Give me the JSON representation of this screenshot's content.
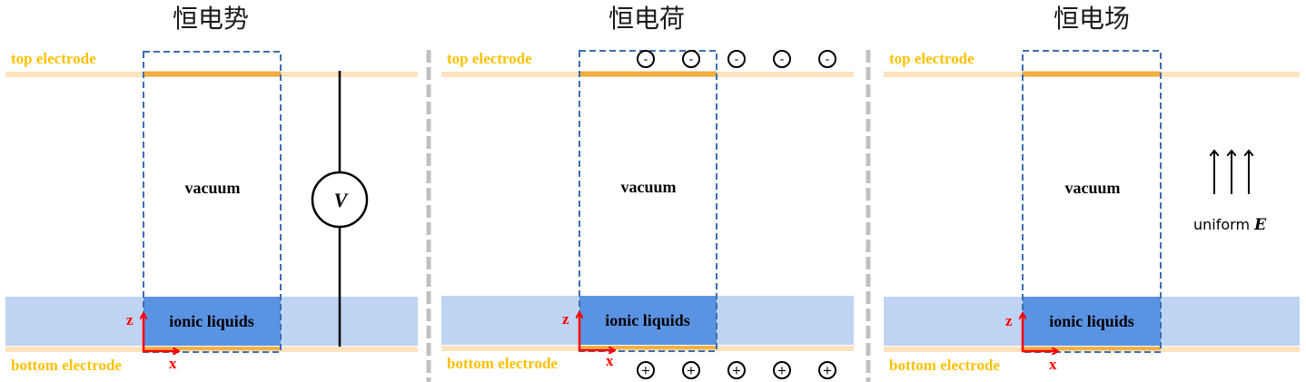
{
  "colors": {
    "electrode_band": "#fde3be",
    "electrode_strip": "#f4b042",
    "electrode_label": "#ffc000",
    "liquid_band": "#bfd4f3",
    "liquid_box": "#5b93e3",
    "dashed_box": "#3f6db0",
    "separator": "#c0c0c0",
    "axis": "#ff0000"
  },
  "panels": [
    {
      "title": "恒电势",
      "top_electrode": "top electrode",
      "bottom_electrode": "bottom electrode",
      "vacuum": "vacuum",
      "ionic_liquids": "ionic liquids",
      "axis_z": "z",
      "axis_x": "x",
      "extra": {
        "type": "voltmeter",
        "label": "V"
      }
    },
    {
      "title": "恒电荷",
      "top_electrode": "top electrode",
      "bottom_electrode": "bottom electrode",
      "vacuum": "vacuum",
      "ionic_liquids": "ionic liquids",
      "axis_z": "z",
      "axis_x": "x",
      "extra": {
        "type": "charges",
        "top_sign": "-",
        "bottom_sign": "+",
        "count": 5
      }
    },
    {
      "title": "恒电场",
      "top_electrode": "top electrode",
      "bottom_electrode": "bottom electrode",
      "vacuum": "vacuum",
      "ionic_liquids": "ionic liquids",
      "axis_z": "z",
      "axis_x": "x",
      "extra": {
        "type": "field",
        "label": "uniform",
        "symbol": "E",
        "arrows": 3
      }
    }
  ]
}
